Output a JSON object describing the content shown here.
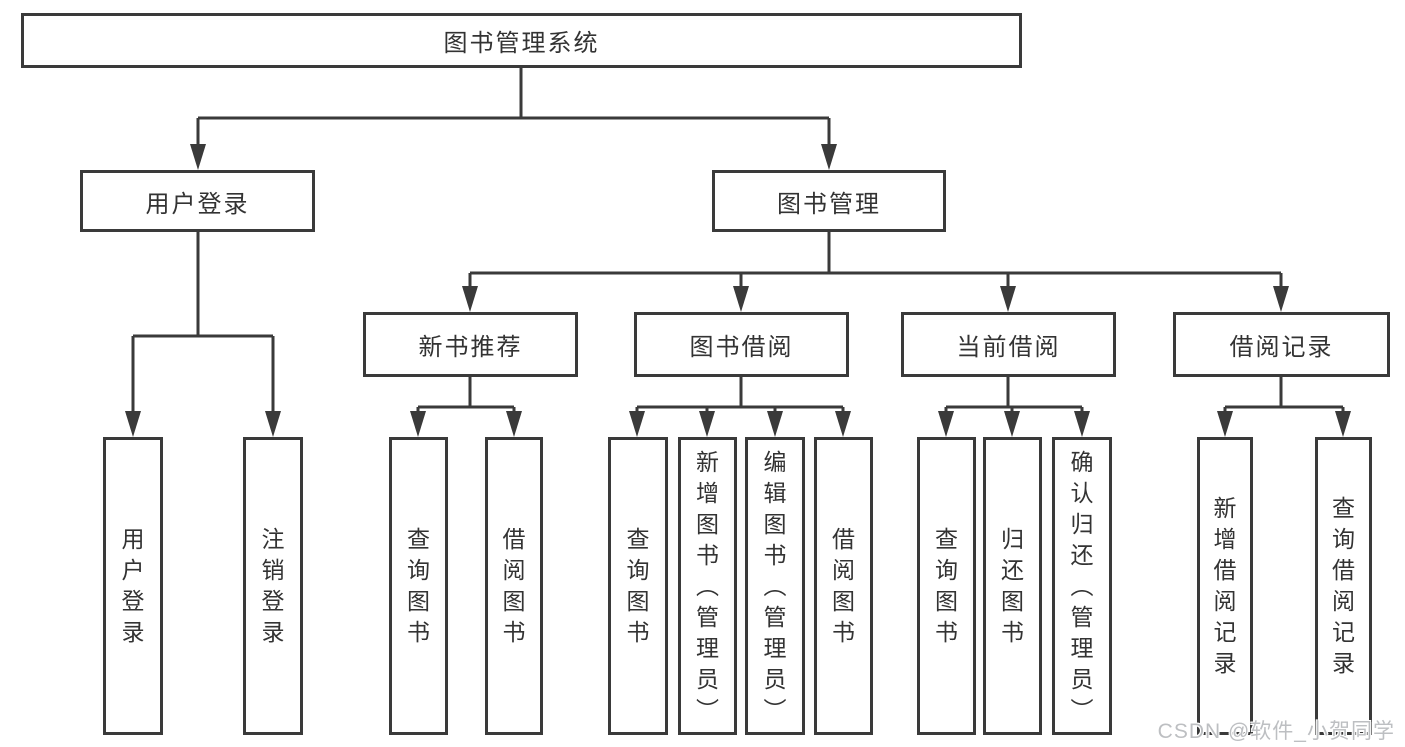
{
  "diagram": {
    "root": {
      "label": "图书管理系统"
    },
    "level2": [
      {
        "label": "用户登录"
      },
      {
        "label": "图书管理"
      }
    ],
    "level3": [
      {
        "label": "新书推荐"
      },
      {
        "label": "图书借阅"
      },
      {
        "label": "当前借阅"
      },
      {
        "label": "借阅记录"
      }
    ],
    "leaves": {
      "user_login": [
        "用户登录",
        "注销登录"
      ],
      "new_book": [
        "查询图书",
        "借阅图书"
      ],
      "book_borrow": [
        "查询图书",
        "新增图书（管理员）",
        "编辑图书（管理员）",
        "借阅图书"
      ],
      "current_borrow": [
        "查询图书",
        "归还图书",
        "确认归还（管理员）"
      ],
      "borrow_record": [
        "新增借阅记录",
        "查询借阅记录"
      ]
    },
    "watermark": "CSDN @软件_小贺同学",
    "colors": {
      "line": "#3a3a3a",
      "text": "#333333",
      "watermark": "#bdbfc2",
      "background": "#ffffff"
    }
  }
}
